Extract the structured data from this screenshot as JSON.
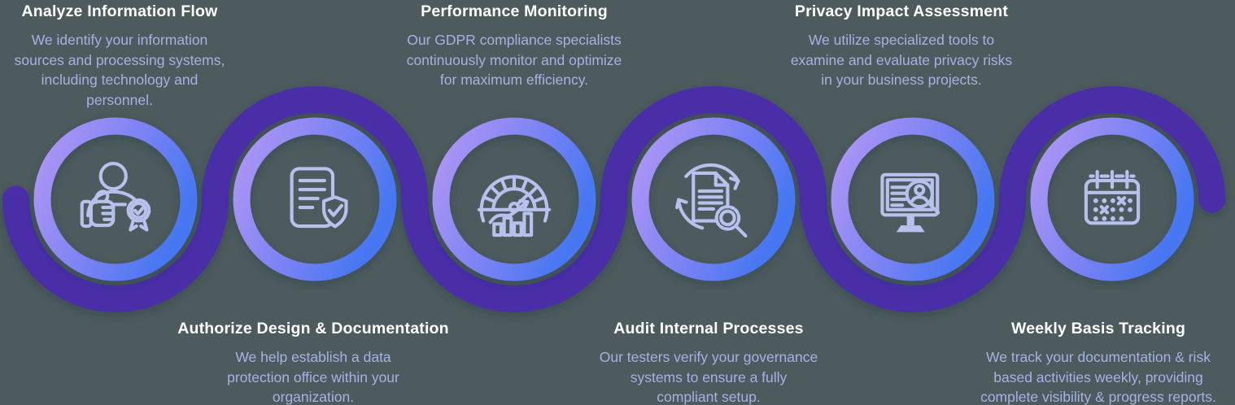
{
  "infographic_title": "GDPR compliance process infographic",
  "colors": {
    "background": "#4d5b5e",
    "connector_path": "#4a2fa8",
    "ring_gradient_start": "#ae96f5",
    "ring_gradient_end": "#4677f2",
    "icon_stroke": "#b7c1ec",
    "title_text": "#ffffff",
    "description_text": "#a7b1e3"
  },
  "steps": [
    {
      "title": "Analyze Information Flow",
      "description": "We identify your information\nsources and processing systems,\nincluding technology and\npersonnel.",
      "icon": "person-award-icon",
      "text_position": "top"
    },
    {
      "title": "Authorize Design & Documentation",
      "description": "We help establish a data\nprotection office within your\norganization.",
      "icon": "document-shield-icon",
      "text_position": "bottom"
    },
    {
      "title": "Performance Monitoring",
      "description": "Our GDPR compliance specialists\ncontinuously monitor and optimize\nfor maximum efficiency.",
      "icon": "gauge-chart-icon",
      "text_position": "top"
    },
    {
      "title": "Audit Internal Processes",
      "description": "Our testers verify your governance\nsystems to ensure a fully\ncompliant setup.",
      "icon": "document-search-icon",
      "text_position": "bottom"
    },
    {
      "title": "Privacy Impact Assessment",
      "description": "We utilize specialized tools to\nexamine and evaluate privacy risks\nin your business projects.",
      "icon": "monitor-review-icon",
      "text_position": "top"
    },
    {
      "title": "Weekly Basis Tracking",
      "description": "We track your documentation & risk\nbased activities weekly, providing\ncomplete visibility & progress reports.",
      "icon": "calendar-tracking-icon",
      "text_position": "bottom"
    }
  ]
}
